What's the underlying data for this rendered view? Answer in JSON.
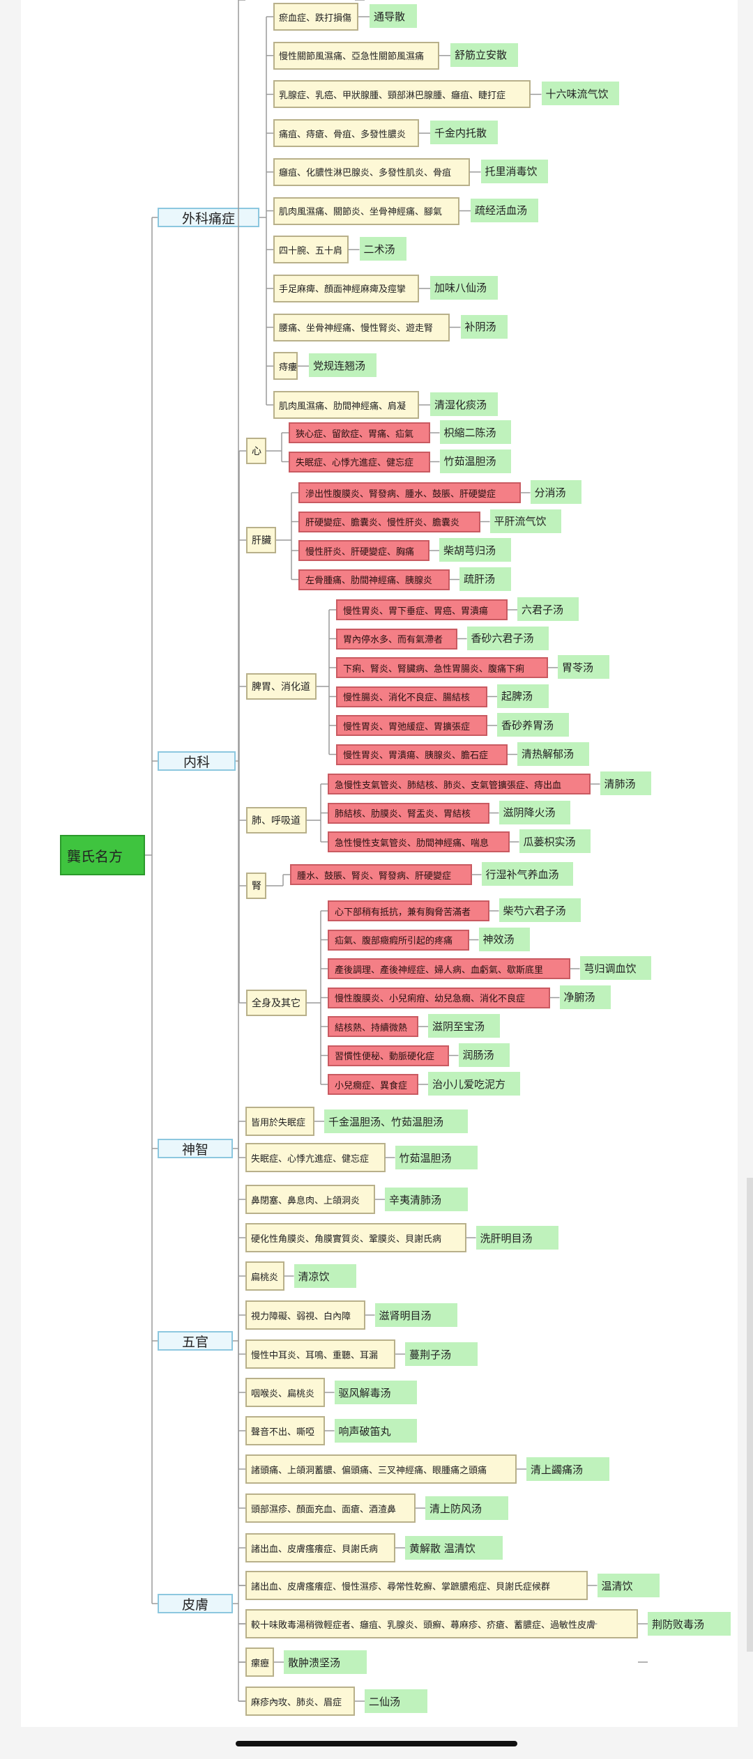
{
  "mindmap": {
    "root": "龔氏名方",
    "categories": [
      {
        "name": "外科痛症",
        "entries": [
          {
            "symptom": "瘀血症、跌打損傷",
            "remedy": "通导散"
          },
          {
            "symptom": "慢性關節風濕痛、亞急性關節風濕痛",
            "remedy": "舒筋立安散"
          },
          {
            "symptom": "乳腺症、乳癌、甲狀腺腫、頸部淋巴腺腫、癰疽、睫打症",
            "remedy": "十六味流气饮"
          },
          {
            "symptom": "痛疽、痔瘡、骨疽、多發性膿炎",
            "remedy": "千金内托散"
          },
          {
            "symptom": "癰疽、化膿性淋巴腺炎、多發性肌炎、骨疽",
            "remedy": "托里消毒饮"
          },
          {
            "symptom": "肌肉風濕痛、關節炎、坐骨神經痛、腳氣",
            "remedy": "疏经活血汤"
          },
          {
            "symptom": "四十腕、五十肩",
            "remedy": "二术汤"
          },
          {
            "symptom": "手足麻痺、顏面神經麻痺及痙攣",
            "remedy": "加味八仙汤"
          },
          {
            "symptom": "腰痛、坐骨神經痛、慢性腎炎、遊走腎",
            "remedy": "补阴汤"
          },
          {
            "symptom": "痔瘻",
            "remedy": "党规连翘汤"
          },
          {
            "symptom": "肌肉風濕痛、肋間神經痛、肩凝",
            "remedy": "清湿化痰汤"
          }
        ]
      },
      {
        "name": "内科",
        "groups": [
          {
            "name": "心",
            "entries": [
              {
                "symptom": "狹心症、留飲症、胃痛、疝氣",
                "remedy": "枳縮二陈汤"
              },
              {
                "symptom": "失眠症、心悸亢進症、健忘症",
                "remedy": "竹茹温胆汤"
              }
            ]
          },
          {
            "name": "肝臟",
            "entries": [
              {
                "symptom": "滲出性腹膜炎、腎發病、腫水、鼓脹、肝硬變症",
                "remedy": "分消汤"
              },
              {
                "symptom": "肝硬變症、膽囊炎、慢性肝炎、膽囊炎",
                "remedy": "平肝流气饮"
              },
              {
                "symptom": "慢性肝炎、肝硬變症、胸痛",
                "remedy": "柴胡芎归汤"
              },
              {
                "symptom": "左骨腫痛、肋間神經痛、胰腺炎",
                "remedy": "疏肝汤"
              }
            ]
          },
          {
            "name": "脾胃、消化道",
            "entries": [
              {
                "symptom": "慢性胃炎、胃下垂症、胃癌、胃潰瘍",
                "remedy": "六君子汤"
              },
              {
                "symptom": "胃內停水多、而有氣滯者",
                "remedy": "香砂六君子汤"
              },
              {
                "symptom": "下痢、腎炎、腎臟病、急性胃腸炎、腹痛下痢",
                "remedy": "胃苓汤"
              },
              {
                "symptom": "慢性腸炎、消化不良症、腸結核",
                "remedy": "起脾汤"
              },
              {
                "symptom": "慢性胃炎、胃弛緩症、胃擴張症",
                "remedy": "香砂养胃汤"
              },
              {
                "symptom": "慢性胃炎、胃潰瘍、胰腺炎、膽石症",
                "remedy": "清热解郁汤"
              }
            ]
          },
          {
            "name": "肺、呼吸道",
            "entries": [
              {
                "symptom": "急慢性支氣管炎、肺結核、肺炎、支氣管擴張症、痔出血",
                "remedy": "清肺汤"
              },
              {
                "symptom": "肺結核、肋膜炎、腎盂炎、胃結核",
                "remedy": "滋阴降火汤"
              },
              {
                "symptom": "急性慢性支氣管炎、肋間神經痛、喘息",
                "remedy": "瓜蒌枳实汤"
              }
            ]
          },
          {
            "name": "腎",
            "entries": [
              {
                "symptom": "腫水、鼓脹、腎炎、腎發病、肝硬變症",
                "remedy": "行湿补气养血汤"
              }
            ]
          },
          {
            "name": "全身及其它",
            "entries": [
              {
                "symptom": "心下部稍有抵抗，兼有胸脅苦滿者",
                "remedy": "柴芍六君子汤"
              },
              {
                "symptom": "疝氣、腹部癥瘕所引起的疼痛",
                "remedy": "神效汤"
              },
              {
                "symptom": "產後調理、產後神經症、婦人病、血虧氣、歇斯底里",
                "remedy": "芎归调血饮"
              },
              {
                "symptom": "慢性腹膜炎、小兒痢疳、幼兒急癇、消化不良症",
                "remedy": "净腑汤"
              },
              {
                "symptom": "結核熱、持續微熱",
                "remedy": "滋阴至宝汤"
              },
              {
                "symptom": "習慣性便秘、動脈硬化症",
                "remedy": "润肠汤"
              },
              {
                "symptom": "小兒癇症、異食症",
                "remedy": "治小儿爱吃泥方"
              }
            ]
          }
        ]
      },
      {
        "name": "神智",
        "entries": [
          {
            "symptom": "皆用於失眠症",
            "remedy": "千金温胆汤、竹茹温胆汤"
          },
          {
            "symptom": "失眠症、心悸亢進症、健忘症",
            "remedy": "竹茹温胆汤"
          }
        ]
      },
      {
        "name": "五官",
        "entries": [
          {
            "symptom": "鼻閉塞、鼻息肉、上頜洞炎",
            "remedy": "辛夷清肺汤"
          },
          {
            "symptom": "硬化性角膜炎、角膜實質炎、鞏膜炎、貝謝氏病",
            "remedy": "洗肝明目汤"
          },
          {
            "symptom": "扁桃炎",
            "remedy": "清凉饮"
          },
          {
            "symptom": "視力障礙、弱視、白內障",
            "remedy": "滋肾明目汤"
          },
          {
            "symptom": "慢性中耳炎、耳鳴、重聽、耳漏",
            "remedy": "蔓荆子汤"
          },
          {
            "symptom": "咽喉炎、扁桃炎",
            "remedy": "驱风解毒汤"
          },
          {
            "symptom": "聲音不出、嘶啞",
            "remedy": "响声破笛丸"
          },
          {
            "symptom": "諸頭痛、上頜洞蓄膿、偏頭痛、三叉神經痛、眼腫痛之頭痛",
            "remedy": "清上蠲痛汤"
          },
          {
            "symptom": "頭部濕疹、顏面充血、面瘡、酒渣鼻",
            "remedy": "清上防风汤"
          }
        ]
      },
      {
        "name": "皮膚",
        "entries": [
          {
            "symptom": "諸出血、皮膚瘙癢症、貝謝氏病",
            "remedy": "黄解散 温清饮"
          },
          {
            "symptom": "諸出血、皮膚瘙癢症、慢性濕疹、尋常性乾癬、掌蹠膿疱症、貝謝氏症候群",
            "remedy": "温清饮"
          },
          {
            "symptom": "較十味敗毒湯稍微輕症者、癰疽、乳腺炎、頭癬、蕁麻疹、疥瘡、蓄膿症、過敏性皮膚",
            "remedy": "荆防败毒汤"
          },
          {
            "symptom": "瘰癧",
            "remedy": "散肿溃坚汤"
          },
          {
            "symptom": "麻疹內攻、肺炎、眉症",
            "remedy": "二仙汤"
          }
        ]
      }
    ]
  },
  "colors": {
    "root_fill": "#3fc43f",
    "category_fill": "#eaf7fc",
    "category_border": "#8cc7df",
    "symptom_fill": "#fdf8d6",
    "symptom_border": "#b8b08a",
    "internal_symptom_fill": "#f47f86",
    "remedy_fill": "#bff2bc",
    "connector": "#9a9a9a"
  }
}
